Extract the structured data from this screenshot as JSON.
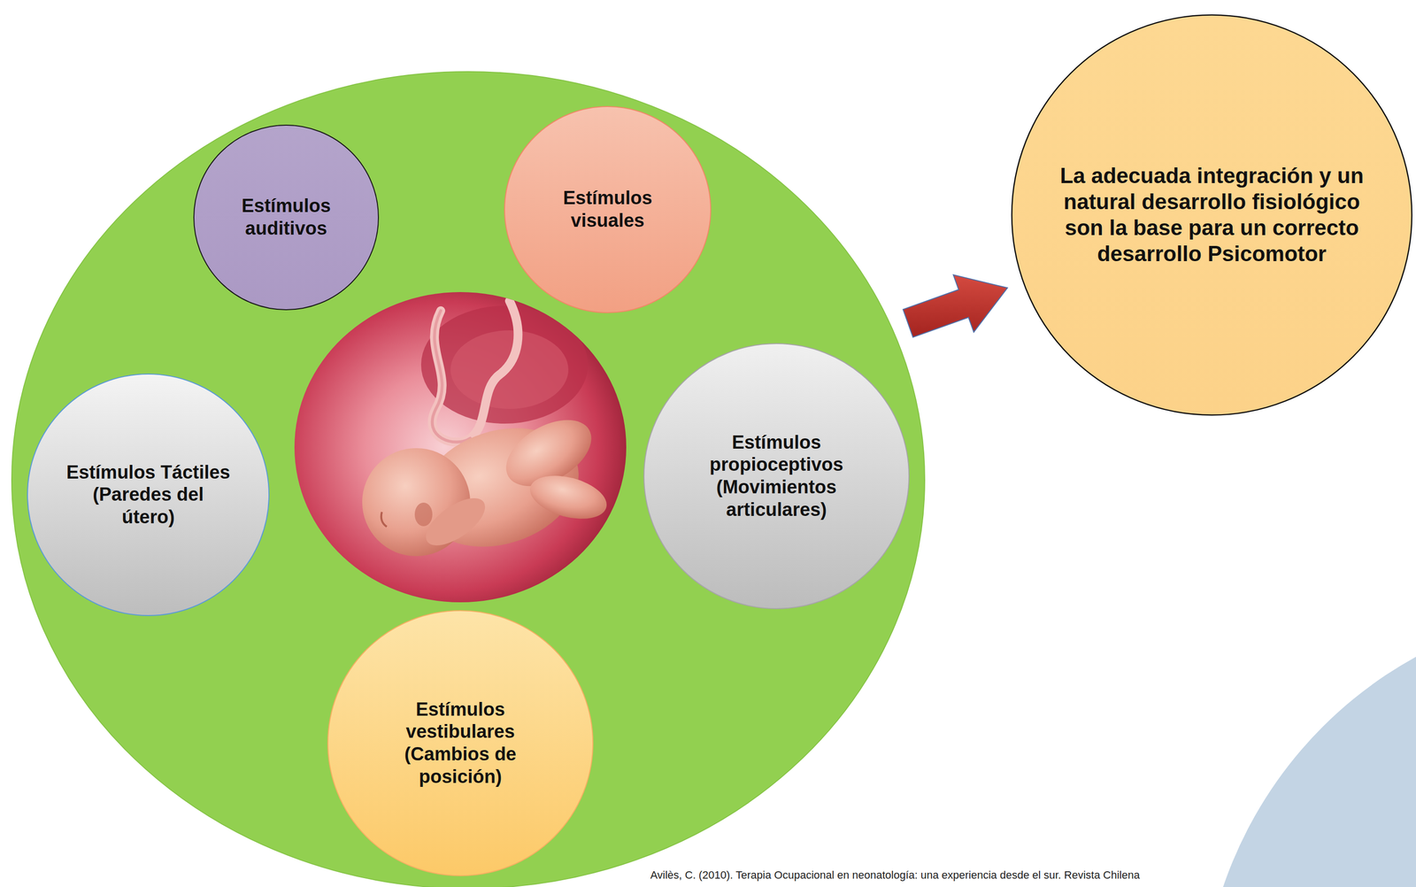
{
  "diagram": {
    "nodes": [
      {
        "text": []
      },
      {
        "text": [
          "Estímulos auditivos"
        ],
        "in": 0
      },
      {
        "text": [
          "Estímulos visuales"
        ],
        "in": 0
      },
      {
        "text": [
          "Estímulos Táctiles (Paredes del útero)"
        ],
        "in": 0
      },
      {
        "text": [
          "Estímulos propioceptivos (Movimientos articulares)"
        ],
        "in": 0
      },
      {
        "text": [
          "Estímulos vestibulares (Cambios de posición)"
        ],
        "in": 0
      },
      {
        "text": [
          "La adecuada integración y un natural desarrollo fisiológico son la base para un correcto desarrollo Psicomotor"
        ]
      }
    ],
    "edges": [
      {
        "from": 0,
        "to": 6,
        "arrow": "to"
      }
    ],
    "labels": [
      "Avilès, C. (2010). Terapia Ocupacional en neonatología: una experiencia desde el sur. Revista Chilena"
    ]
  }
}
